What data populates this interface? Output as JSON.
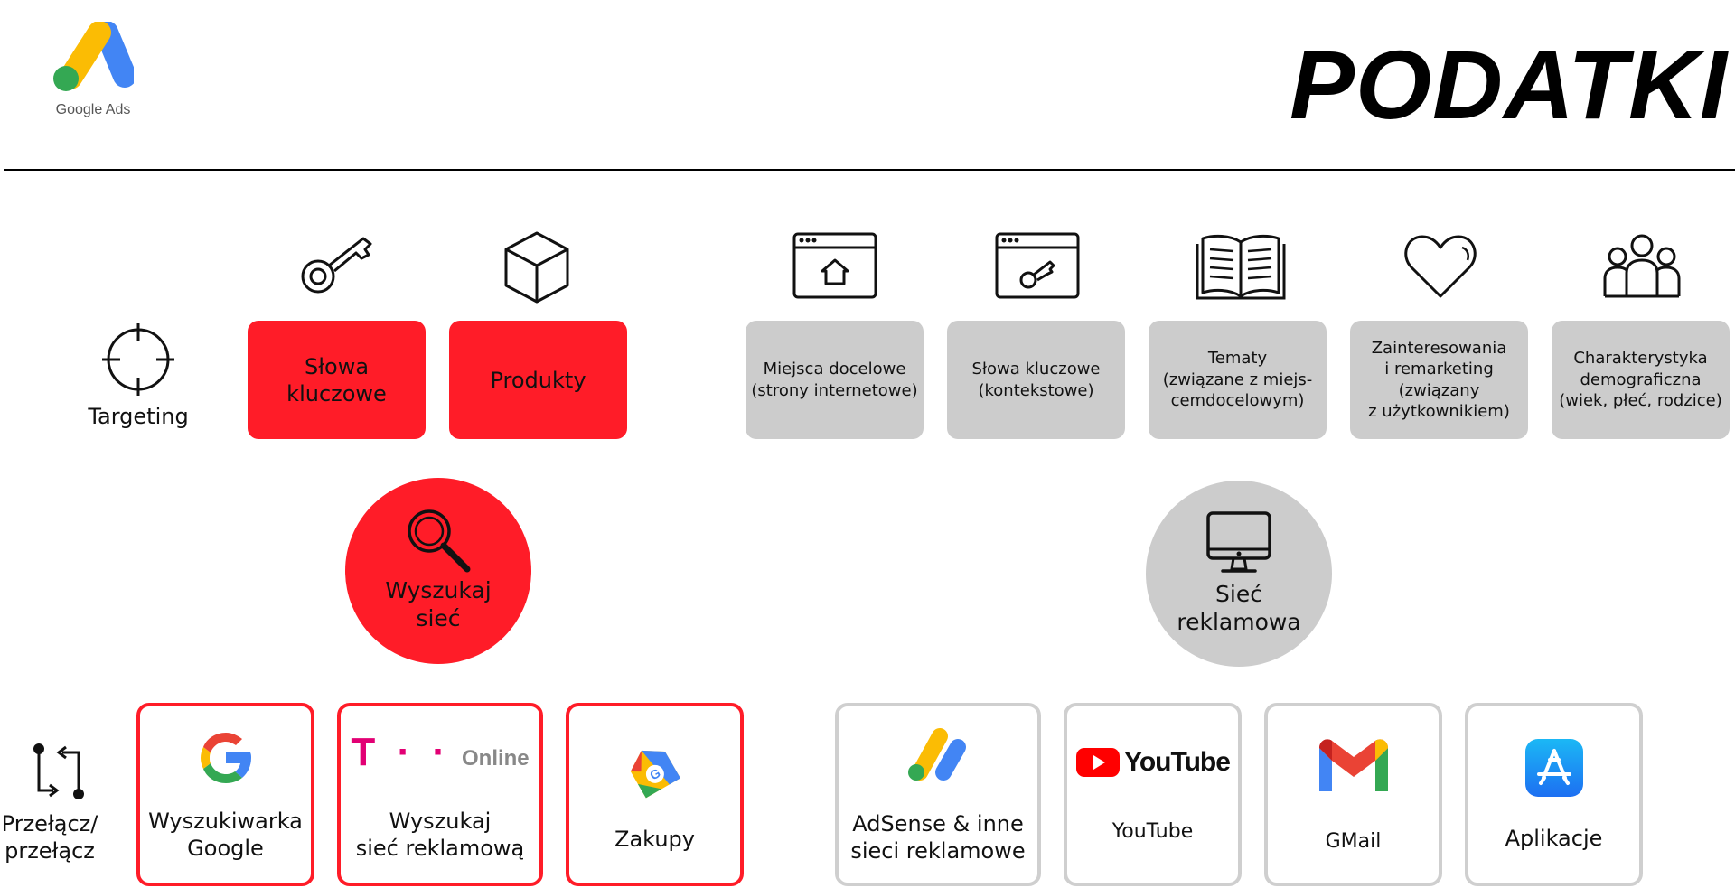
{
  "header": {
    "logo_text": "Google Ads",
    "title": "PODATKI"
  },
  "targeting": {
    "label": "Targeting",
    "search_cards": [
      {
        "line1": "Słowa",
        "line2": "kluczowe",
        "icon": "key-icon"
      },
      {
        "line1": "Produkty",
        "line2": "",
        "icon": "cube-icon"
      }
    ],
    "display_cards": [
      {
        "lines": [
          "Miejsca docelowe",
          "(strony internetowe)"
        ],
        "icon": "browser-home-icon"
      },
      {
        "lines": [
          "Słowa kluczowe",
          "(kontekstowe)"
        ],
        "icon": "browser-key-icon"
      },
      {
        "lines": [
          "Tematy",
          "(związane z miejs-",
          "cemdocelowym)"
        ],
        "icon": "open-book-icon"
      },
      {
        "lines": [
          "Zainteresowania",
          "i remarketing",
          "(związany",
          "z użytkownikiem)"
        ],
        "icon": "heart-icon"
      },
      {
        "lines": [
          "Charakterystyka",
          "demograficzna",
          "(wiek, płeć, rodzice)"
        ],
        "icon": "people-group-icon"
      }
    ]
  },
  "networks": {
    "search": {
      "line1": "Wyszukaj",
      "line2": "sieć",
      "icon": "magnifier-icon"
    },
    "display": {
      "line1": "Sieć",
      "line2": "reklamowa",
      "icon": "monitor-icon"
    }
  },
  "switch": {
    "line1": "Przełącz/",
    "line2": "przełącz",
    "icon": "switch-arrows-icon"
  },
  "outputs": {
    "search": [
      {
        "lines": [
          "Wyszukiwarka",
          "Google"
        ],
        "icon": "google-g-icon"
      },
      {
        "lines": [
          "Wyszukaj",
          "sieć reklamową"
        ],
        "icon": "t-mobile-online-logo",
        "logo_text": "T · ·",
        "logo_online": "Online"
      },
      {
        "lines": [
          "Zakupy"
        ],
        "icon": "google-shopping-icon"
      }
    ],
    "display": [
      {
        "lines": [
          "AdSense & inne",
          "sieci reklamowe"
        ],
        "icon": "adsense-icon"
      },
      {
        "lines": [
          "YouTube"
        ],
        "icon": "youtube-logo",
        "logo_text": "YouTube"
      },
      {
        "lines": [
          "GMail"
        ],
        "icon": "gmail-icon"
      },
      {
        "lines": [
          "Aplikacje"
        ],
        "icon": "app-store-icon"
      }
    ]
  },
  "colors": {
    "accent_red": "#ff1c28",
    "neutral_grey": "#cccccc",
    "google_blue": "#4285F4",
    "google_red": "#EA4335",
    "google_yellow": "#FBBC04",
    "google_green": "#34A853",
    "tmobile_magenta": "#e20074"
  }
}
